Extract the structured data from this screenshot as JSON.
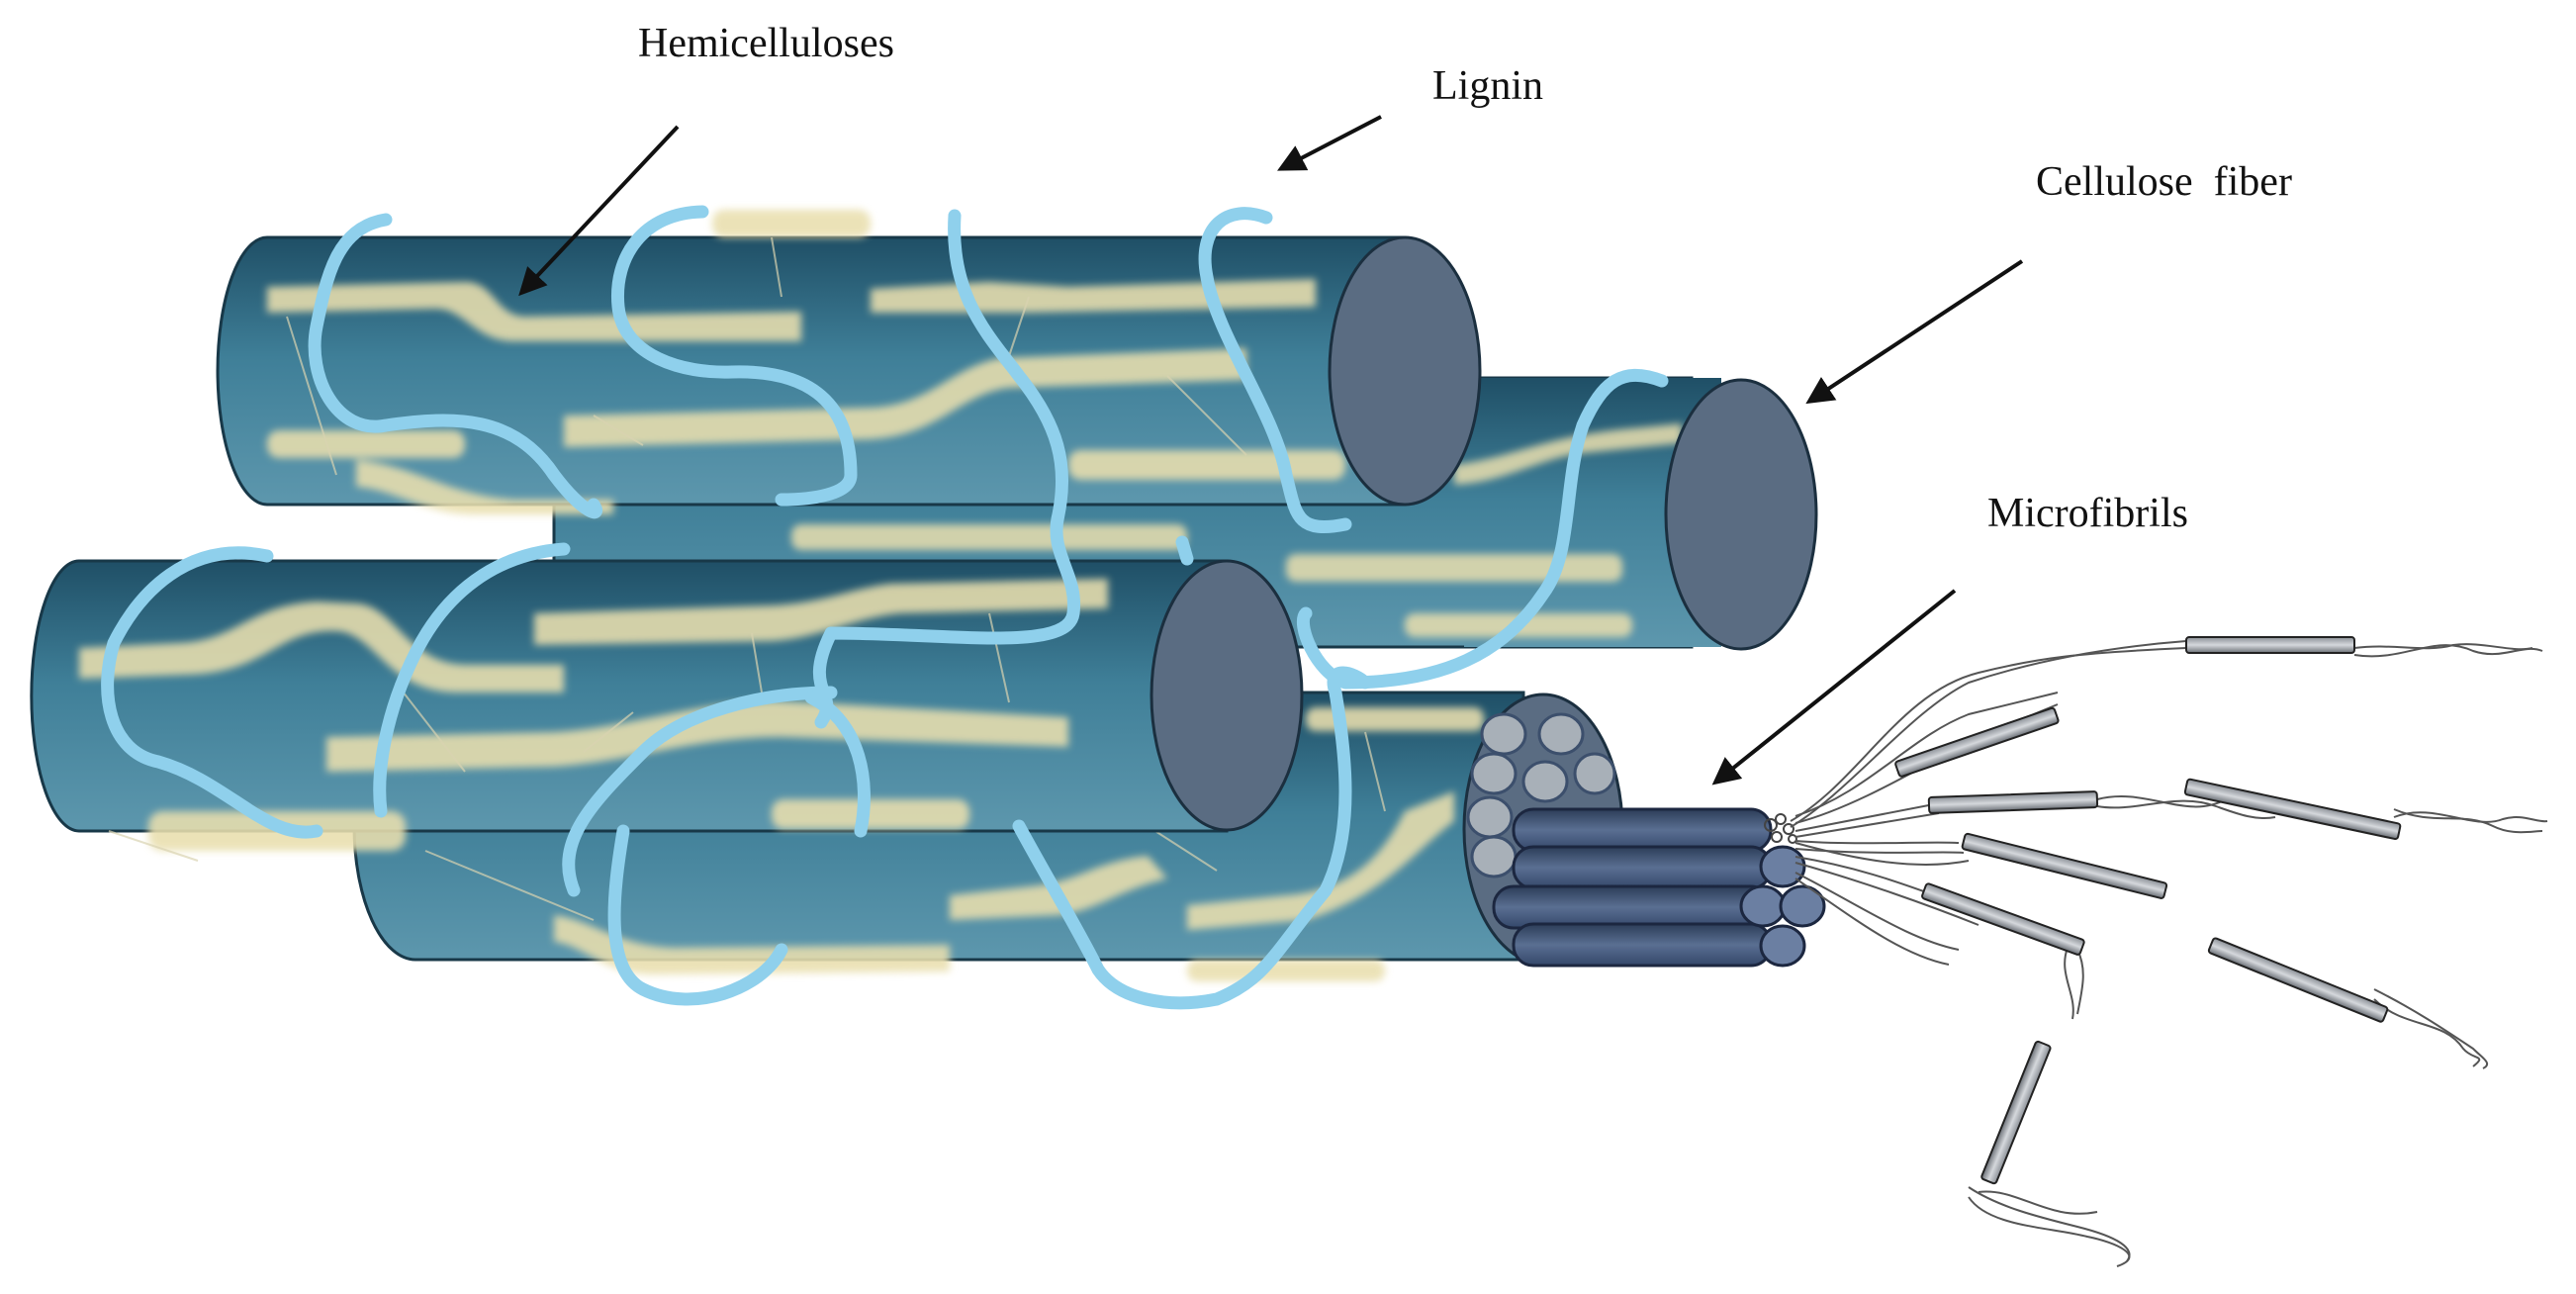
{
  "labels": {
    "hemicelluloses": "Hemicelluloses",
    "lignin": "Lignin",
    "cellulose_fiber": "Cellulose  fiber",
    "microfibrils": "Microfibrils"
  },
  "colors": {
    "cylinder_dark": "#1f4f66",
    "cylinder_mid": "#3f7f98",
    "cylinder_light": "#5d97ad",
    "cylinder_end": "#5a6c82",
    "hemicellulose": "#e9dfae",
    "lignin": "#8fd0ec",
    "microfibril_dark": "#3c4f6c",
    "microfibril_end": "#6b7fa2",
    "microfibril_gray_end": "#a8b0b8",
    "fibril_line": "#555555",
    "arrow": "#111111"
  },
  "icons": [
    "arrow-icon"
  ]
}
